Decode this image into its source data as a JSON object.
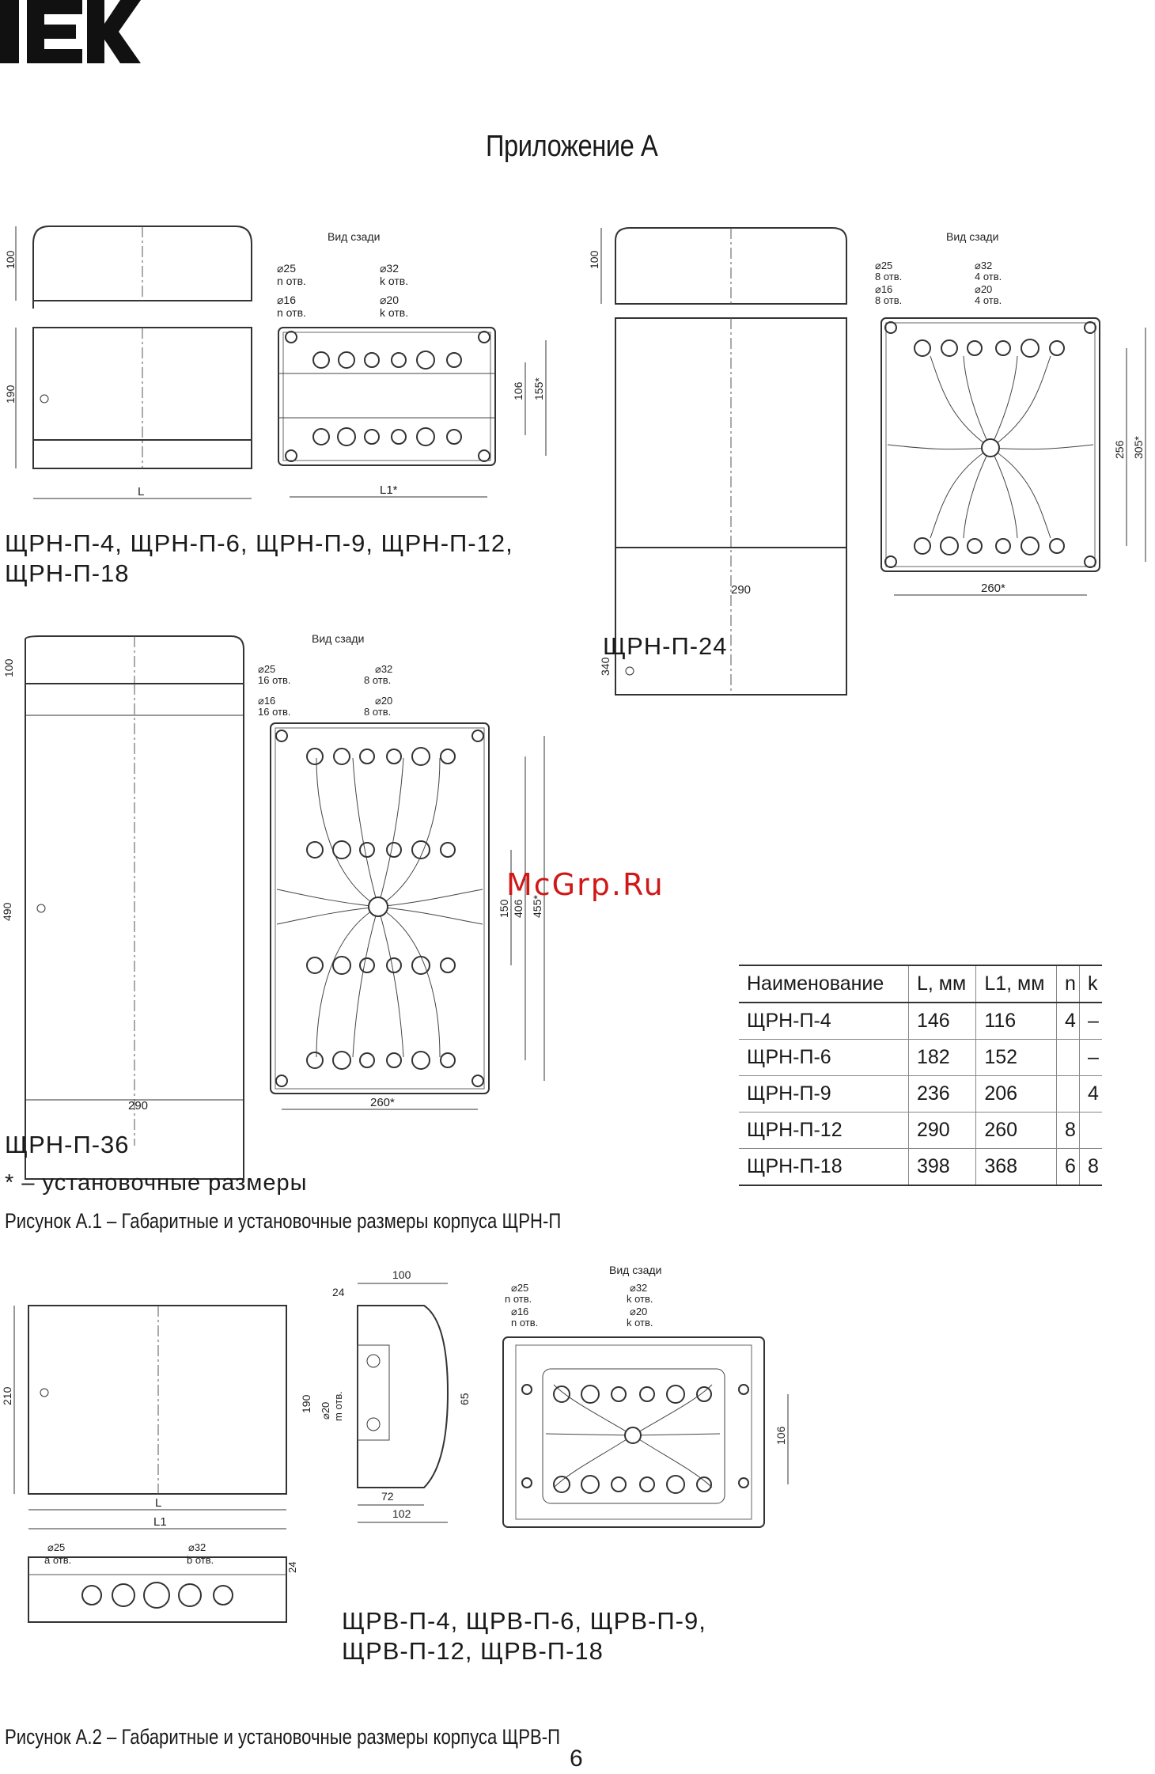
{
  "brand": {
    "logo_text": "IEK"
  },
  "heading": "Приложение А",
  "figure1": {
    "rear_view": "Вид сзади",
    "panel_small": {
      "dims": {
        "depth": "100",
        "height": "190",
        "width": "L",
        "install_w": "L1*",
        "install_h1": "106",
        "install_h2": "155*"
      },
      "holes": {
        "d25": "⌀25",
        "d25_n": "n отв.",
        "d16": "⌀16",
        "d16_n": "n отв.",
        "d32": "⌀32",
        "d32_k": "k отв.",
        "d20": "⌀20",
        "d20_k": "k отв."
      },
      "models": "ЩРН-П-4, ЩРН-П-6, ЩРН-П-9, ЩРН-П-12,\nЩРН-П-18"
    },
    "panel_24": {
      "dims": {
        "depth": "100",
        "height": "340",
        "width": "290",
        "install_w": "260*",
        "install_h1": "256",
        "install_h2": "305*"
      },
      "holes": {
        "d25": "⌀25",
        "d25_n": "8 отв.",
        "d16": "⌀16",
        "d16_n": "8 отв.",
        "d32": "⌀32",
        "d32_k": "4 отв.",
        "d20": "⌀20",
        "d20_k": "4 отв."
      },
      "model": "ЩРН-П-24"
    },
    "panel_36": {
      "dims": {
        "depth": "100",
        "height": "490",
        "width": "290",
        "install_w": "260*",
        "install_h1": "150",
        "install_h2": "406",
        "install_h3": "455*"
      },
      "holes": {
        "d25": "⌀25",
        "d25_n": "16 отв.",
        "d16": "⌀16",
        "d16_n": "16 отв.",
        "d32": "⌀32",
        "d32_k": "8 отв.",
        "d20": "⌀20",
        "d20_k": "8 отв."
      },
      "model": "ЩРН-П-36"
    },
    "note": "* – установочные размеры",
    "caption": "Рисунок А.1 – Габаритные и установочные размеры корпуса ЩРН-П"
  },
  "table": {
    "headers": [
      "Наименование",
      "L, мм",
      "L1, мм",
      "n",
      "k"
    ],
    "rows": [
      [
        "ЩРН-П-4",
        "146",
        "116",
        "4",
        "–"
      ],
      [
        "ЩРН-П-6",
        "182",
        "152",
        "",
        "–"
      ],
      [
        "ЩРН-П-9",
        "236",
        "206",
        "",
        "4"
      ],
      [
        "ЩРН-П-12",
        "290",
        "260",
        "8",
        ""
      ],
      [
        "ЩРН-П-18",
        "398",
        "368",
        "6",
        "8"
      ]
    ]
  },
  "watermark": "McGrp.Ru",
  "figure2": {
    "rear_view": "Вид сзади",
    "dims": {
      "height": "210",
      "width": "L",
      "width1": "L1",
      "depth": "100",
      "d24": "24",
      "side_h": "190",
      "side_65": "65",
      "side_72": "72",
      "side_102": "102",
      "hole_d20": "⌀20",
      "hole_m": "m отв.",
      "rear_106": "106",
      "bottom_24": "24"
    },
    "holes": {
      "d25": "⌀25",
      "d25_n": "n отв.",
      "d16": "⌀16",
      "d16_n": "n отв.",
      "d32": "⌀32",
      "d32_k": "k отв.",
      "d20": "⌀20",
      "d20_k": "k отв.",
      "a25": "⌀25",
      "a_n": "a отв.",
      "b32": "⌀32",
      "b_n": "b отв."
    },
    "models": "ЩРВ-П-4, ЩРВ-П-6, ЩРВ-П-9,\nЩРВ-П-12, ЩРВ-П-18",
    "caption": "Рисунок А.2 – Габаритные и установочные размеры корпуса ЩРВ-П"
  },
  "page_number": "6"
}
